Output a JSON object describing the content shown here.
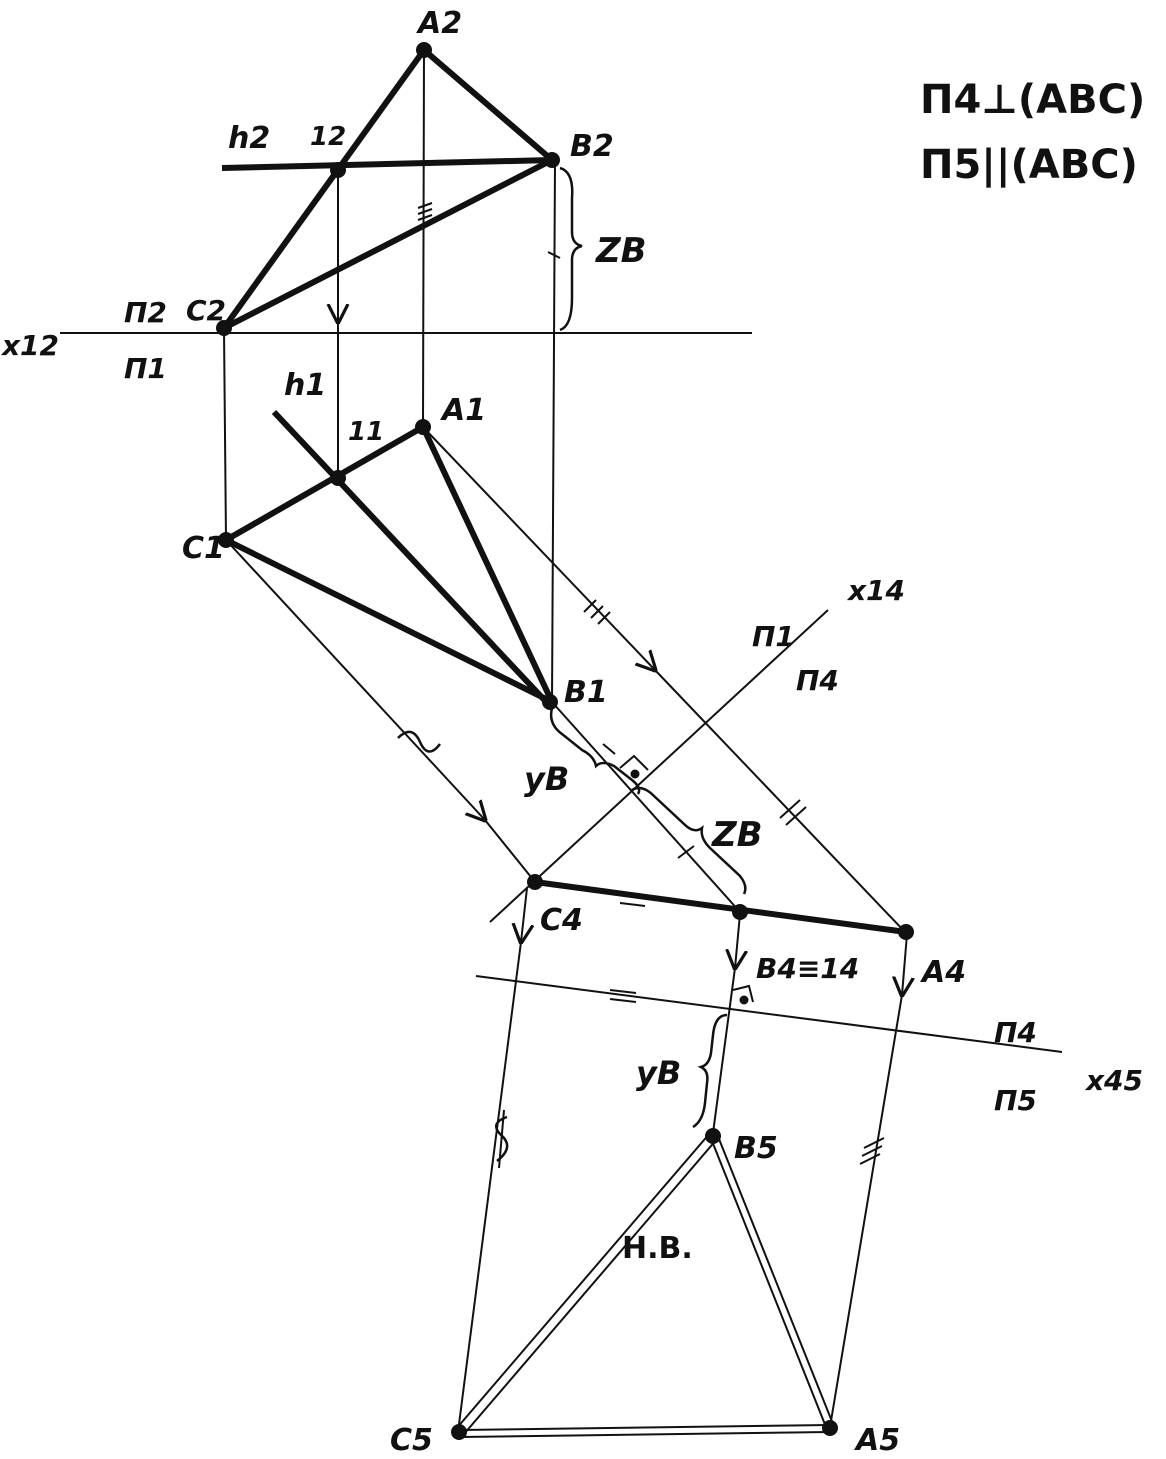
{
  "notes": {
    "line1": "Π4⊥(ABC)",
    "line2": "Π5||(ABC)"
  },
  "axes": {
    "x12": {
      "label": "x12",
      "plane_top": "Π2",
      "plane_bottom": "Π1"
    },
    "x14": {
      "label": "x14",
      "plane_top": "Π1",
      "plane_bottom": "Π4"
    },
    "x45": {
      "label": "x45",
      "plane_top": "Π4",
      "plane_bottom": "Π5"
    }
  },
  "points": {
    "A2": "A2",
    "B2": "B2",
    "C2": "C2",
    "one2": "12",
    "h2": "h2",
    "A1": "A1",
    "B1": "B1",
    "C1": "C1",
    "one1": "11",
    "h1": "h1",
    "C4": "C4",
    "B4": "B4≡14",
    "A4": "A4",
    "A5": "A5",
    "B5": "B5",
    "C5": "C5"
  },
  "dimensions": {
    "zB_top": "ZB",
    "zB_bottom": "ZB",
    "yB_top": "yB",
    "yB_bottom": "yB"
  },
  "true_size": "Н.В.",
  "colors": {
    "ink": "#111111",
    "paper": "#ffffff"
  }
}
